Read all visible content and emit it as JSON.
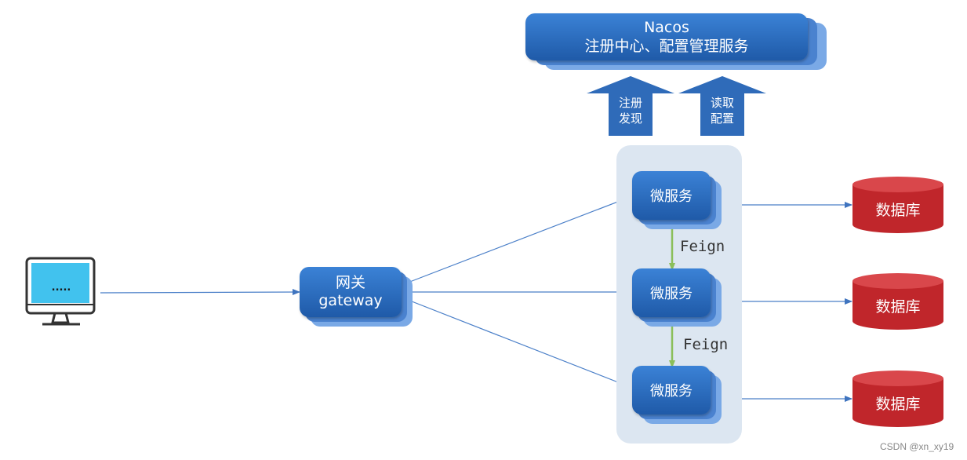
{
  "nacos": {
    "line1": "Nacos",
    "line2": "注册中心、配置管理服务"
  },
  "arrows": {
    "register": [
      "注册",
      "发现"
    ],
    "config": [
      "读取",
      "配置"
    ]
  },
  "gateway": {
    "line1": "网关",
    "line2": "gateway"
  },
  "client": {
    "screen_text": "....."
  },
  "services": [
    "微服务",
    "微服务",
    "微服务"
  ],
  "feign_labels": [
    "Feign",
    "Feign"
  ],
  "databases": [
    "数据库",
    "数据库",
    "数据库"
  ],
  "watermark": "CSDN @xn_xy19",
  "colors": {
    "box_blue": "#2a66b6",
    "db_red": "#c0262b",
    "link_blue": "#4a7fc8",
    "feign_green": "#8bbf5a",
    "cluster_bg": "#dce6f1"
  }
}
